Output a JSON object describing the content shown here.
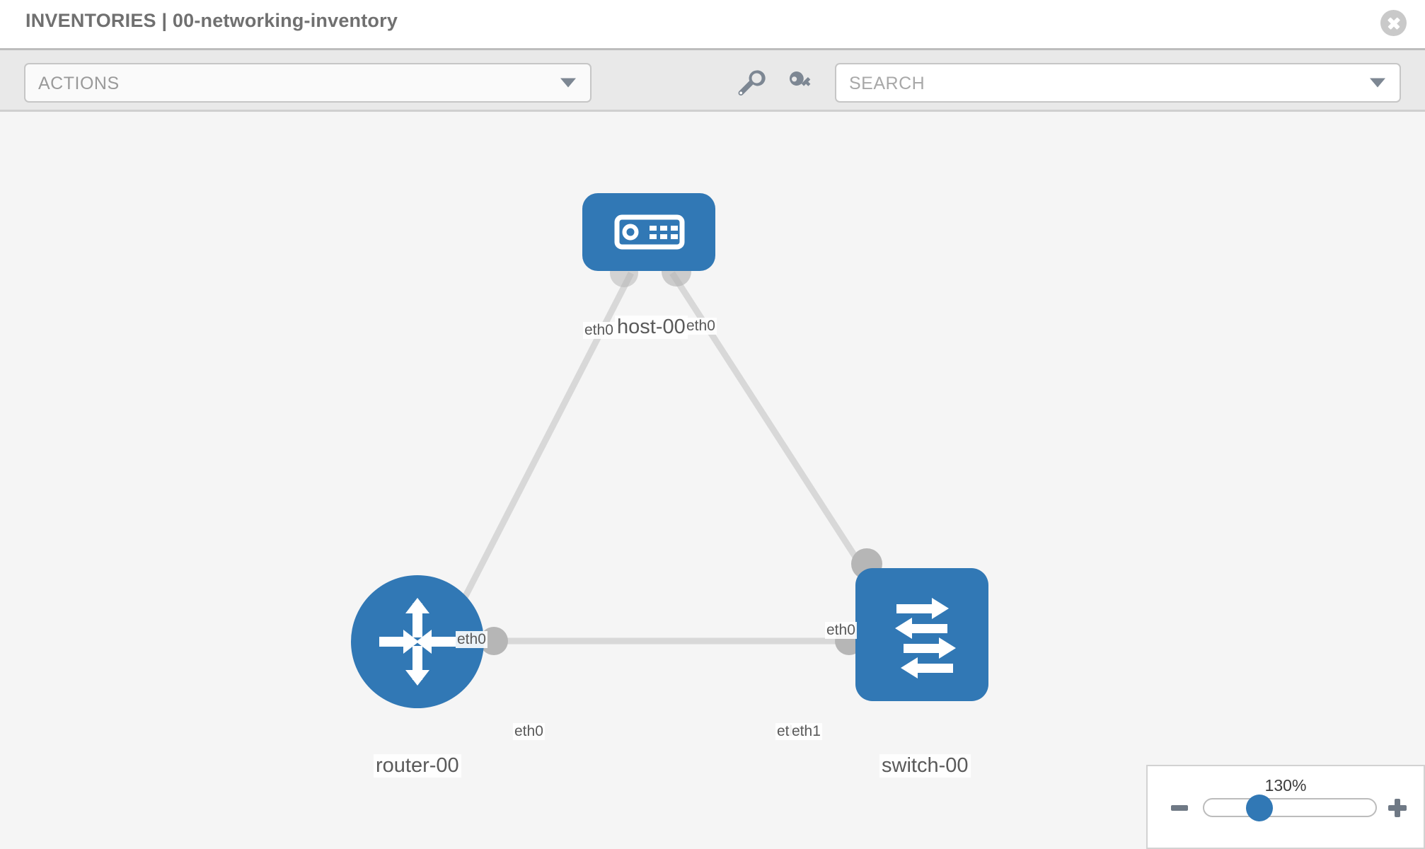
{
  "header": {
    "title": "INVENTORIES | 00-networking-inventory",
    "close_icon": "close-circle-icon"
  },
  "toolbar": {
    "actions_label": "ACTIONS",
    "actions_caret_icon": "chevron-down-icon",
    "wrench_icon": "wrench-icon",
    "key_icon": "key-icon",
    "search_placeholder": "SEARCH",
    "search_value": "",
    "search_caret_icon": "chevron-down-icon"
  },
  "topology": {
    "nodes": [
      {
        "id": "host-00",
        "label": "host-00",
        "icon": "server-icon",
        "color": "#3178b5",
        "shape": "rounded-rect"
      },
      {
        "id": "router-00",
        "label": "router-00",
        "icon": "router-arrows-icon",
        "color": "#3178b5",
        "shape": "circle"
      },
      {
        "id": "switch-00",
        "label": "switch-00",
        "icon": "switch-arrows-icon",
        "color": "#3178b5",
        "shape": "rounded-square"
      }
    ],
    "edges": [
      {
        "from": "host-00",
        "to": "router-00",
        "from_label": "eth0",
        "to_label": "eth0"
      },
      {
        "from": "host-00",
        "to": "switch-00",
        "from_label": "eth0",
        "to_label": "eth0"
      },
      {
        "from": "router-00",
        "to": "switch-00",
        "from_label": "eth0",
        "to_label": "eth1"
      }
    ],
    "edge_labels": {
      "host_left": "eth0",
      "host_right": "eth0",
      "router_upper": "eth0",
      "switch_upper": "eth0",
      "router_right": "eth0",
      "switch_left_a": "eth0",
      "switch_left_b": "eth1"
    },
    "link_color": "#d8d8d8",
    "connector_color": "#b6b6b6"
  },
  "zoom": {
    "level": "130%",
    "minus_label": "minus-icon",
    "plus_label": "plus-icon",
    "thumb_position_pct": 60
  }
}
